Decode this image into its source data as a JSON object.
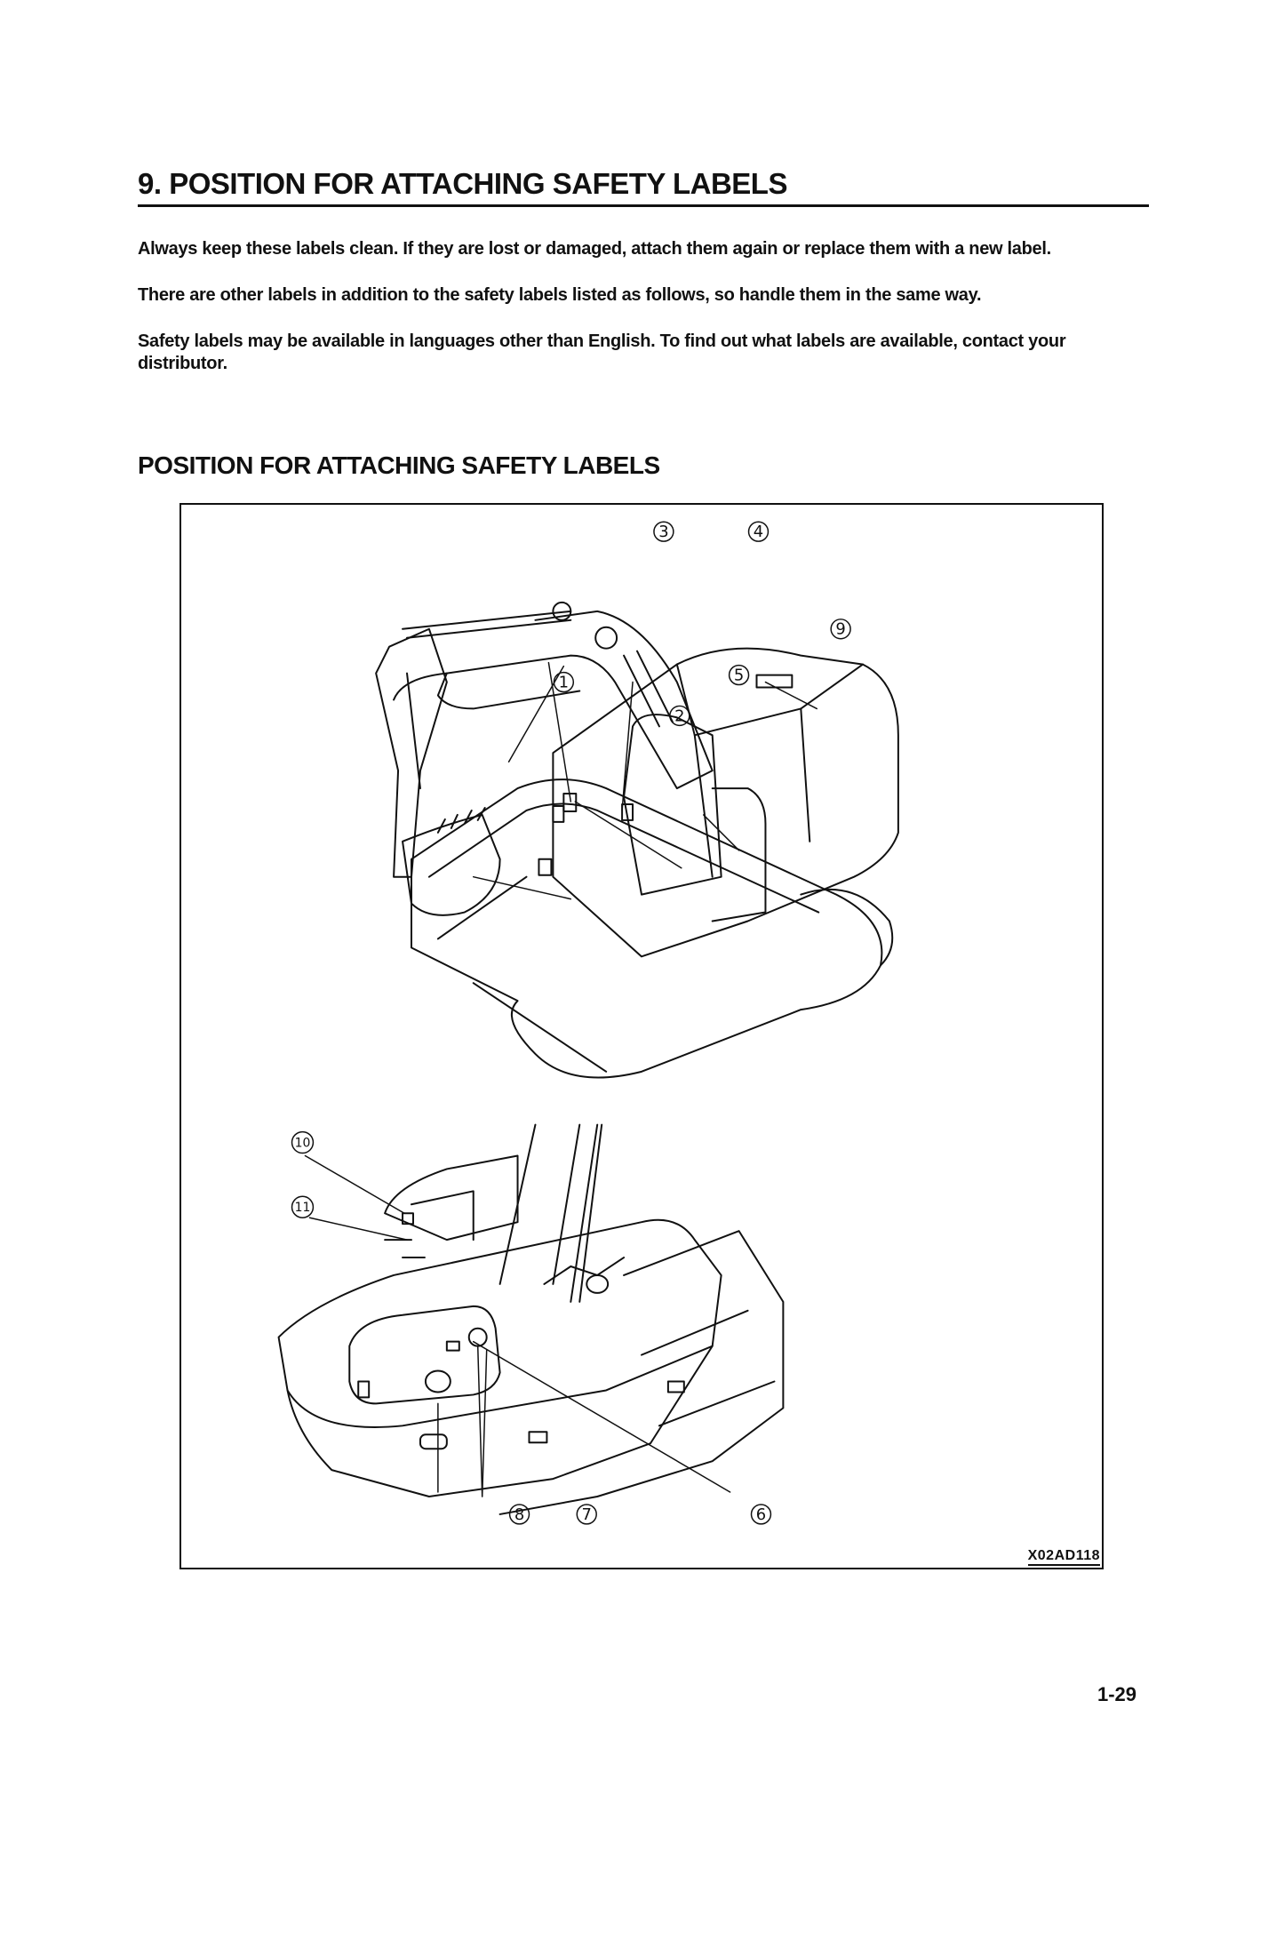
{
  "document": {
    "title": "9. POSITION FOR ATTACHING SAFETY LABELS",
    "paragraphs": [
      "Always keep these labels clean. If they are lost or damaged, attach them again or replace them with a new label.",
      "There are other labels in addition to the safety labels listed as follows, so handle them in the same way.",
      "Safety labels may be available in languages other than English. To find out what labels are available, contact your distributor."
    ],
    "section_heading": "POSITION FOR ATTACHING SAFETY LABELS",
    "figure": {
      "code": "X02AD118",
      "callouts": [
        "1",
        "2",
        "3",
        "4",
        "5",
        "6",
        "7",
        "8",
        "9",
        "10",
        "11"
      ]
    },
    "page_number": "1-29"
  }
}
